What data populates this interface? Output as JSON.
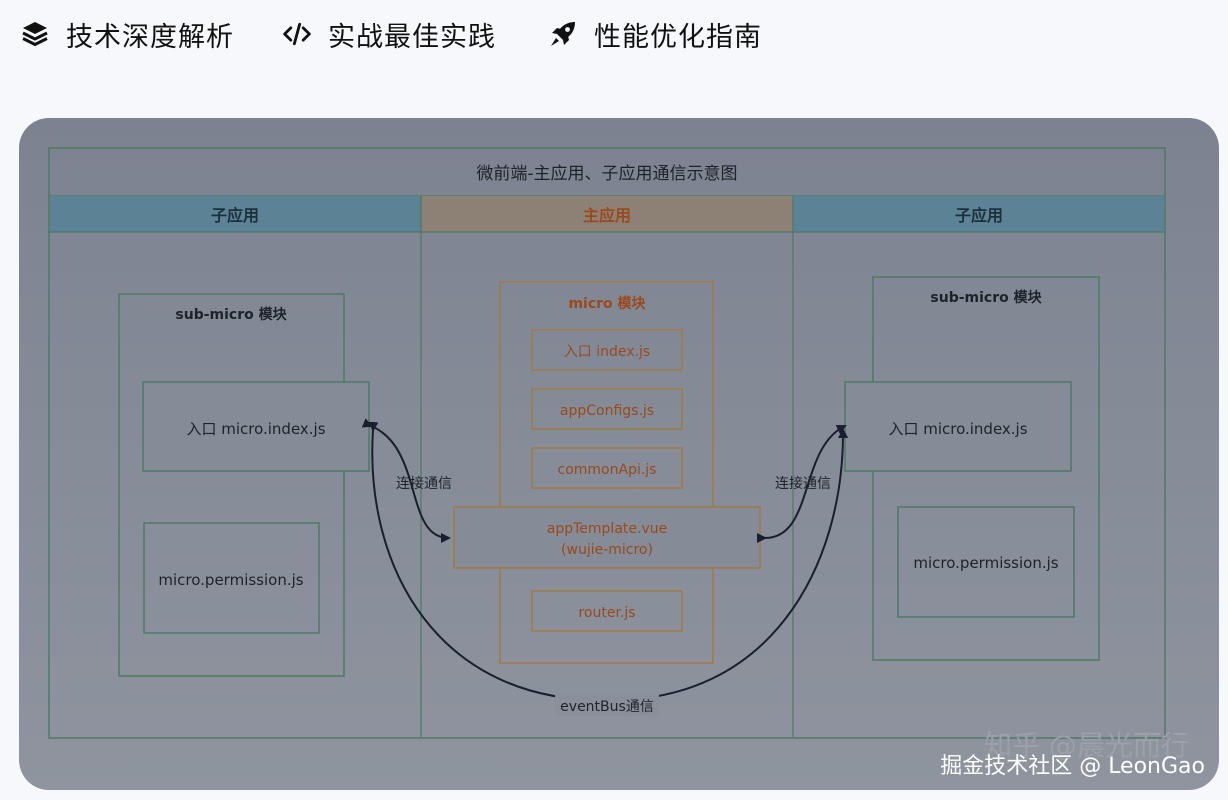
{
  "nav": {
    "items": [
      {
        "label": "技术深度解析",
        "icon": "layers-icon"
      },
      {
        "label": "实战最佳实践",
        "icon": "code-icon"
      },
      {
        "label": "性能优化指南",
        "icon": "rocket-icon"
      }
    ]
  },
  "diagram": {
    "title": "微前端-主应用、子应用通信示意图",
    "col_left": "子应用",
    "col_main": "主应用",
    "col_right": "子应用",
    "left_module": "sub-micro 模块",
    "left_entry": "入口 micro.index.js",
    "left_permission": "micro.permission.js",
    "main_module": "micro 模块",
    "main_entry": "入口 index.js",
    "main_configs": "appConfigs.js",
    "main_api": "commonApi.js",
    "main_template_line1": "appTemplate.vue",
    "main_template_line2": "(wujie-micro)",
    "main_router": "router.js",
    "right_module": "sub-micro 模块",
    "right_entry": "入口 micro.index.js",
    "right_permission": "micro.permission.js",
    "link_left": "连接通信",
    "link_right": "连接通信",
    "event_bus": "eventBus通信"
  },
  "watermark": {
    "zhihu": "知乎 @晨光而行",
    "juejin": "掘金技术社区 @ LeonGao"
  }
}
